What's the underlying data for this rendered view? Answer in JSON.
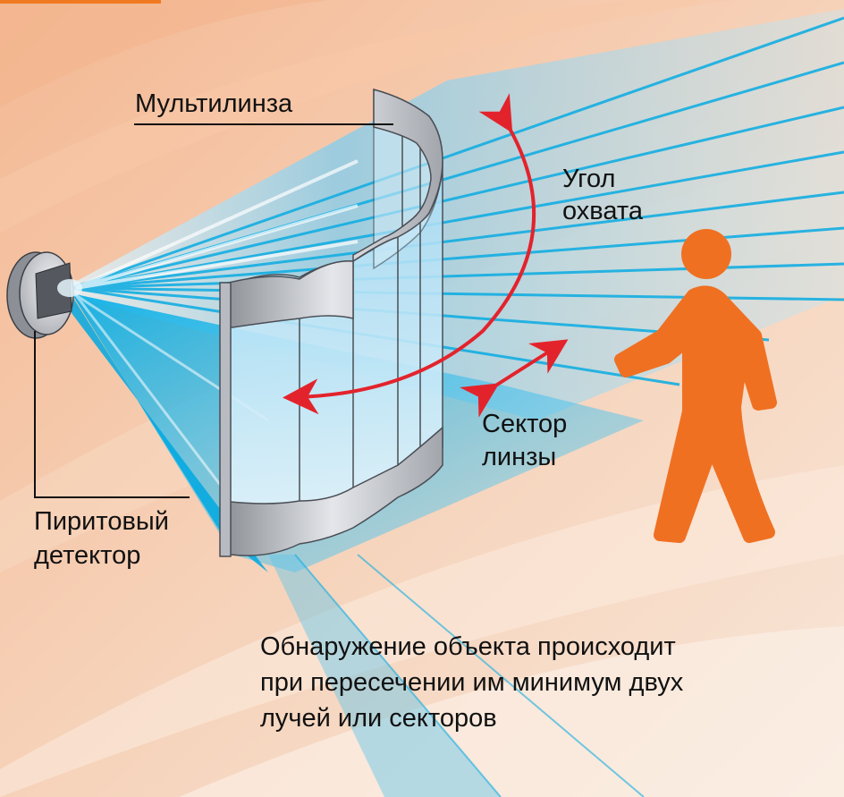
{
  "diagram": {
    "type": "pir-motion-sensor-illustration",
    "colors": {
      "background": "#f6d9c2",
      "background_band_dark": "#f3b894",
      "background_band_light": "#f8e4d2",
      "beam_blue": "#0ab0e4",
      "beam_light": "#9fd8f0",
      "arrow_red": "#e3232c",
      "person_orange": "#f07022",
      "lens_gray": "#b8bcc2",
      "top_accent": "#f07a22"
    },
    "labels": {
      "multilens": "Мультилинза",
      "coverage_angle_line1": "Угол",
      "coverage_angle_line2": "охвата",
      "lens_sector_line1": "Сектор",
      "lens_sector_line2": "линзы",
      "detector_line1": "Пиритовый",
      "detector_line2": "детектор",
      "note_line1": "Обнаружение объекта происходит",
      "note_line2": "при пересечении им минимум двух",
      "note_line3": "лучей или секторов"
    },
    "elements": {
      "sensor": "pyro-detector-icon",
      "lens": "multilens-icon",
      "person": "walking-person-icon",
      "angle_arrow": "curved-double-arrow-icon",
      "sector_arrow": "straight-double-arrow-icon"
    }
  }
}
